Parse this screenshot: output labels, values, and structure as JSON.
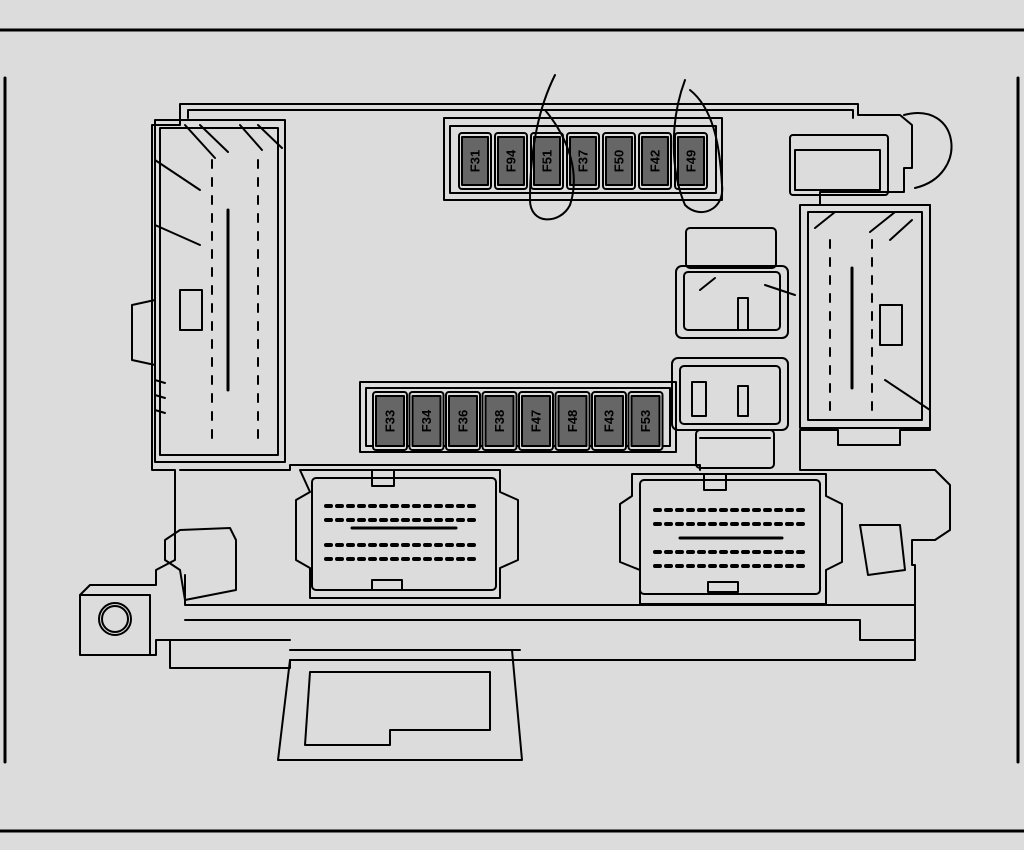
{
  "diagram": {
    "colors": {
      "background": "#dcdcdc",
      "line": "#000000",
      "fuse_fill": "#666666",
      "fuse_label": "#000000"
    },
    "fuse_rows": [
      {
        "name": "upper-fuse-row",
        "labels": [
          "F31",
          "F94",
          "F51",
          "F37",
          "F50",
          "F42",
          "F49"
        ]
      },
      {
        "name": "lower-fuse-row",
        "labels": [
          "F33",
          "F34",
          "F36",
          "F38",
          "F47",
          "F48",
          "F43",
          "F53"
        ]
      }
    ]
  }
}
